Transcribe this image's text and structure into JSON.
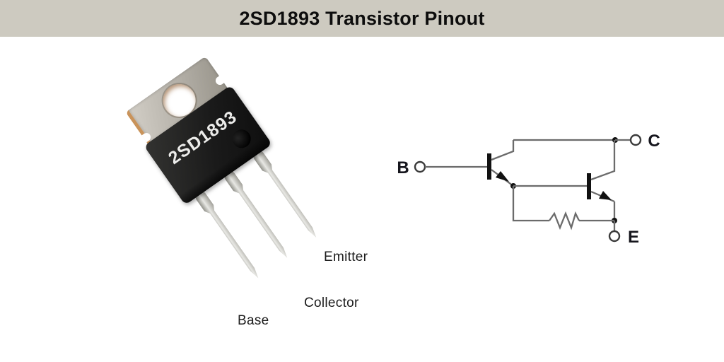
{
  "header": {
    "title": "2SD1893 Transistor Pinout",
    "bg_color": "#cdcac0",
    "text_color": "#0d0d0d"
  },
  "photo": {
    "package": "TO-220",
    "marking": "2SD1893",
    "labels": {
      "emitter": "Emitter",
      "collector": "Collector",
      "base": "Base"
    }
  },
  "schematic": {
    "type": "darlington-npn-with-resistor",
    "terminals": {
      "base": "B",
      "collector": "C",
      "emitter": "E"
    },
    "wire_color": "#6b6b6b",
    "component_color": "#111111"
  }
}
